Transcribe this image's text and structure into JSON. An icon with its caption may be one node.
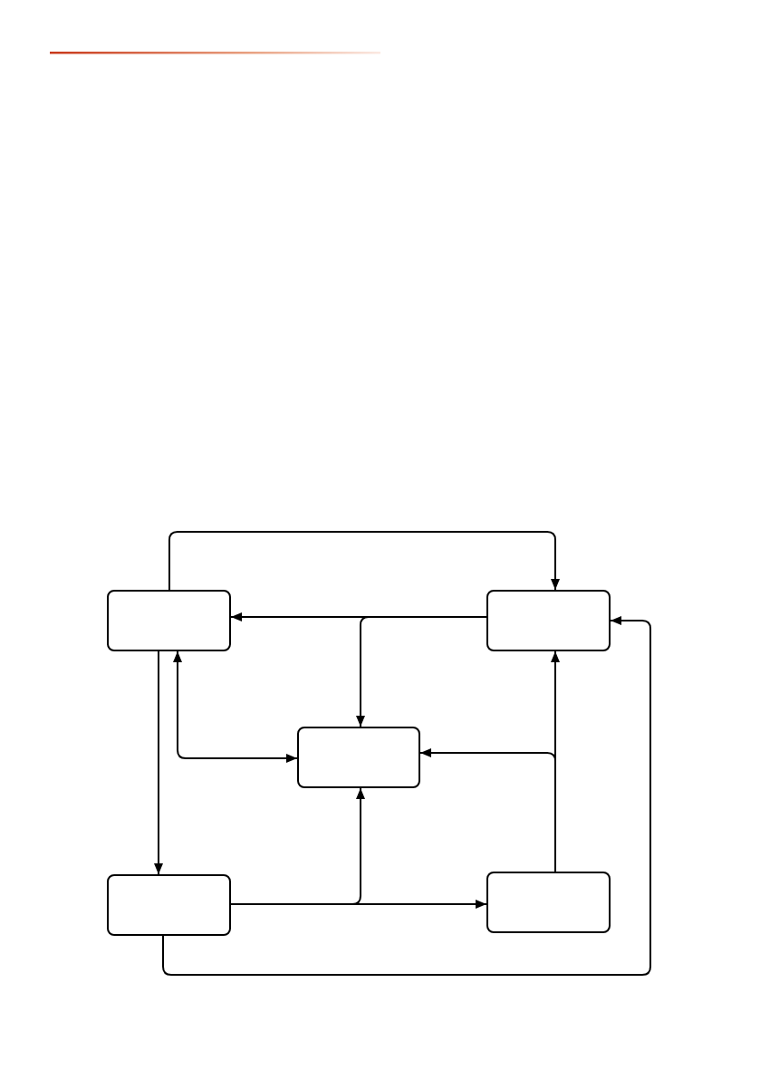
{
  "diagram": {
    "nodes": [
      {
        "text": [],
        "shape": "box"
      },
      {
        "text": [],
        "shape": "box"
      },
      {
        "text": [],
        "shape": "box"
      },
      {
        "text": [],
        "shape": "box"
      },
      {
        "text": [],
        "shape": "box"
      }
    ],
    "edges": [
      {
        "from": 0,
        "to": 1,
        "arrow": "to"
      },
      {
        "from": 1,
        "to": 0,
        "arrow": "to"
      },
      {
        "from": 1,
        "to": 2,
        "arrow": "to"
      },
      {
        "from": 0,
        "to": 2,
        "arrow": "both"
      },
      {
        "from": 0,
        "to": 3,
        "arrow": "to"
      },
      {
        "from": 3,
        "to": 4,
        "arrow": "to"
      },
      {
        "from": 3,
        "to": 2,
        "arrow": "to"
      },
      {
        "from": 4,
        "to": 1,
        "arrow": "to"
      },
      {
        "from": 4,
        "to": 2,
        "arrow": "to"
      },
      {
        "from": 3,
        "to": 1,
        "arrow": "to"
      }
    ]
  }
}
